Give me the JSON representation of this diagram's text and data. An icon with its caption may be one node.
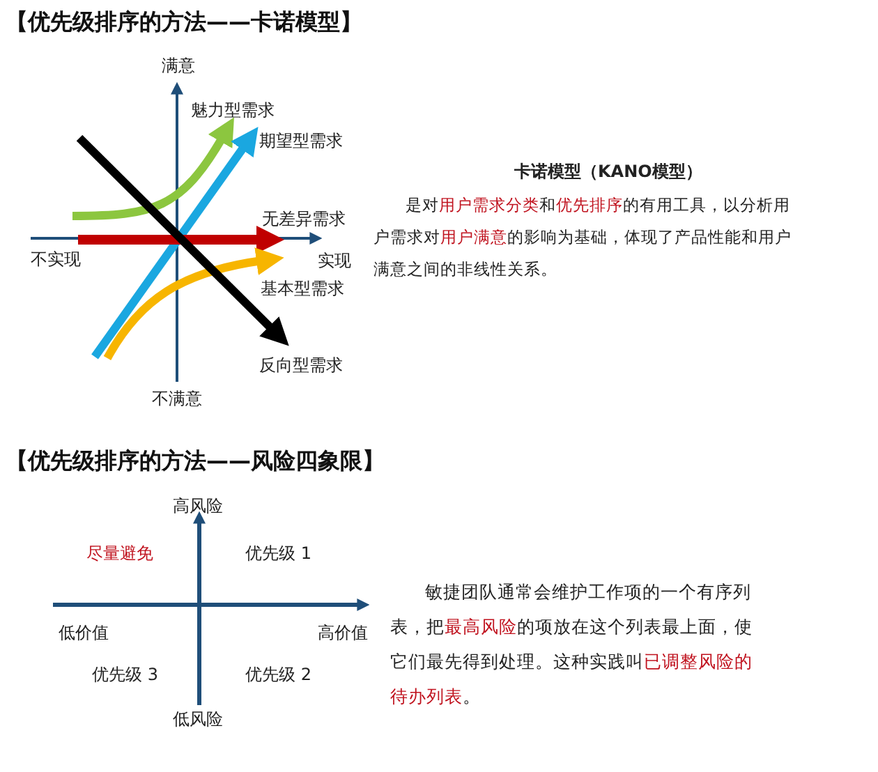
{
  "diagram": {
    "labels": [
      "【优先级排序的方法——卡诺模型】",
      "满意",
      "魅力型需求",
      "期望型需求",
      "无差异需求",
      "不实现",
      "实现",
      "基本型需求",
      "反向型需求",
      "不满意",
      "卡诺模型（KANO模型）",
      "是对**用户需求分类**和**优先排序**的有用工具，以分析用户需求对**用户满意**的影响为基础，体现了产品性能和用户满意之间的非线性关系。",
      "【优先级排序的方法——风险四象限】",
      "高风险",
      "尽量避免",
      "优先级 1",
      "低价值",
      "高价值",
      "优先级 3",
      "优先级 2",
      "低风险",
      "敏捷团队通常会维护工作项的一个有序列表，把**最高风险**的项放在这个列表最上面，使它们最先得到处理。这种实践叫**已调整风险的待办列表**。"
    ]
  }
}
